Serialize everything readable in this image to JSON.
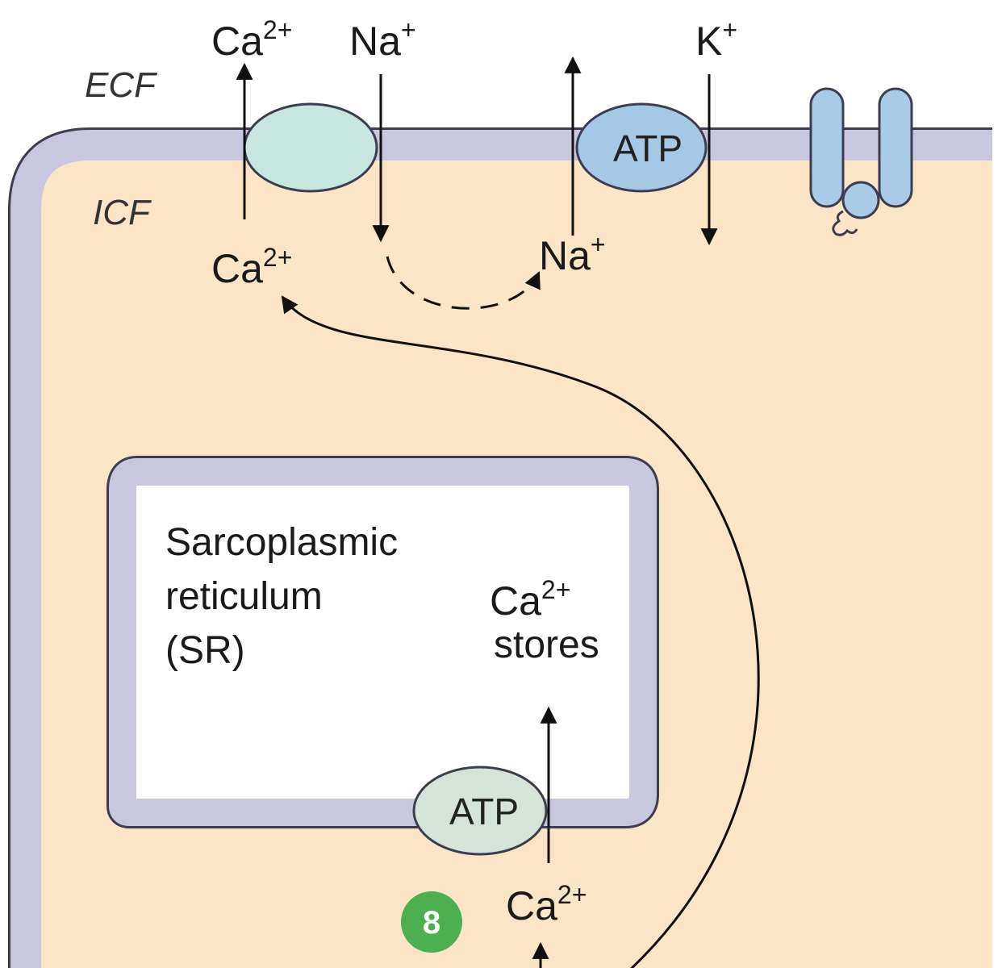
{
  "labels": {
    "ecf": "ECF",
    "icf": "ICF",
    "ca_top": "Ca",
    "ca_top_sup": "2+",
    "na_top": "Na",
    "na_top_sup": "+",
    "k_top": "K",
    "k_top_sup": "+",
    "ca_inner": "Ca",
    "ca_inner_sup": "2+",
    "na_inner": "Na",
    "na_inner_sup": "+",
    "sr_line1": "Sarcoplasmic",
    "sr_line2": "reticulum",
    "sr_line3": "(SR)",
    "ca_stores": "Ca",
    "ca_stores_sup": "2+",
    "stores": "stores",
    "ca_bottom": "Ca",
    "ca_bottom_sup": "2+",
    "atp_pump": "ATP",
    "atp_sr": "ATP",
    "step_badge": "8"
  },
  "colors": {
    "membrane": "#c9c6e0",
    "membrane_edge": "#3d3d4f",
    "cytoplasm": "#fbe5c6",
    "exchanger": "#c7e6df",
    "na_k_pump": "#a6c8e7",
    "sr_pump": "#d6e3d8",
    "channel": "#a9cbe8",
    "badge": "#4caf50"
  },
  "icons": {
    "receptor": "seven-transmembrane-receptor-icon"
  }
}
